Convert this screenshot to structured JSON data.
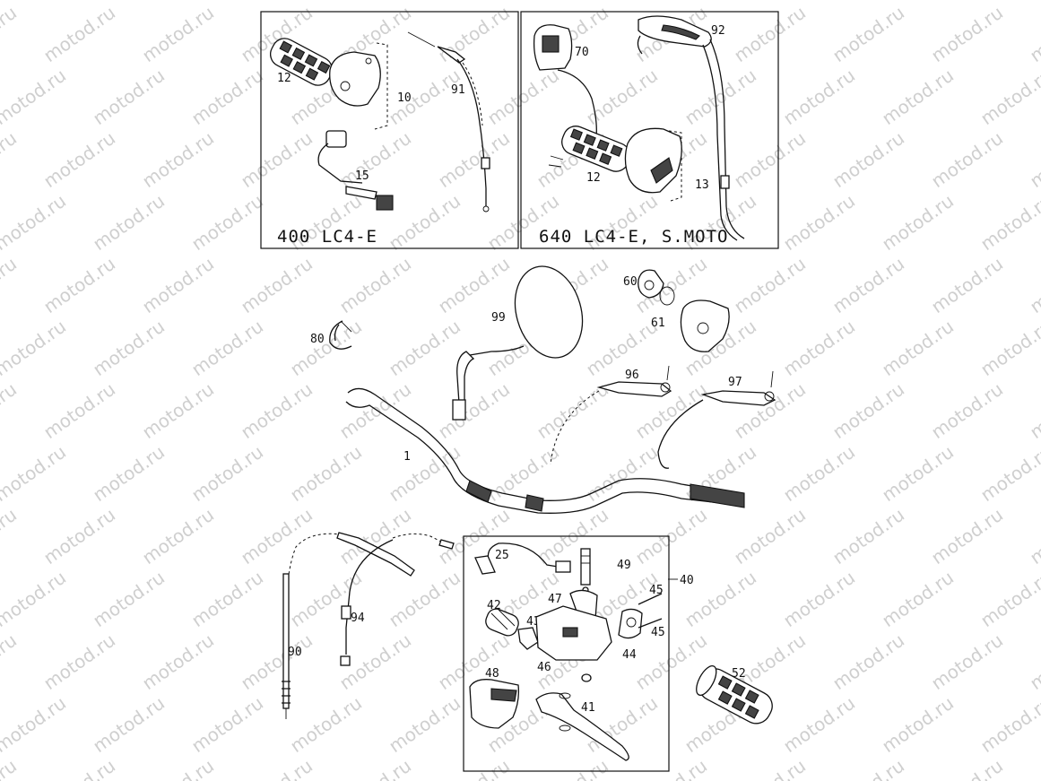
{
  "watermark": "motod.ru",
  "panels": {
    "left_title": "400 LC4-E",
    "right_title": "640 LC4-E, S.MOTO"
  },
  "callouts": {
    "c10": "10",
    "c12a": "12",
    "c91": "91",
    "c15": "15",
    "c70": "70",
    "c92": "92",
    "c12b": "12",
    "c13": "13",
    "c60": "60",
    "c61": "61",
    "c99": "99",
    "c80": "80",
    "c96": "96",
    "c97": "97",
    "c1": "1",
    "c25": "25",
    "c49": "49",
    "c40": "40",
    "c47": "47",
    "c45a": "45",
    "c45b": "45",
    "c42": "42",
    "c43": "43",
    "c46": "46",
    "c44": "44",
    "c48": "48",
    "c41": "41",
    "c52": "52",
    "c90": "90",
    "c94": "94"
  }
}
